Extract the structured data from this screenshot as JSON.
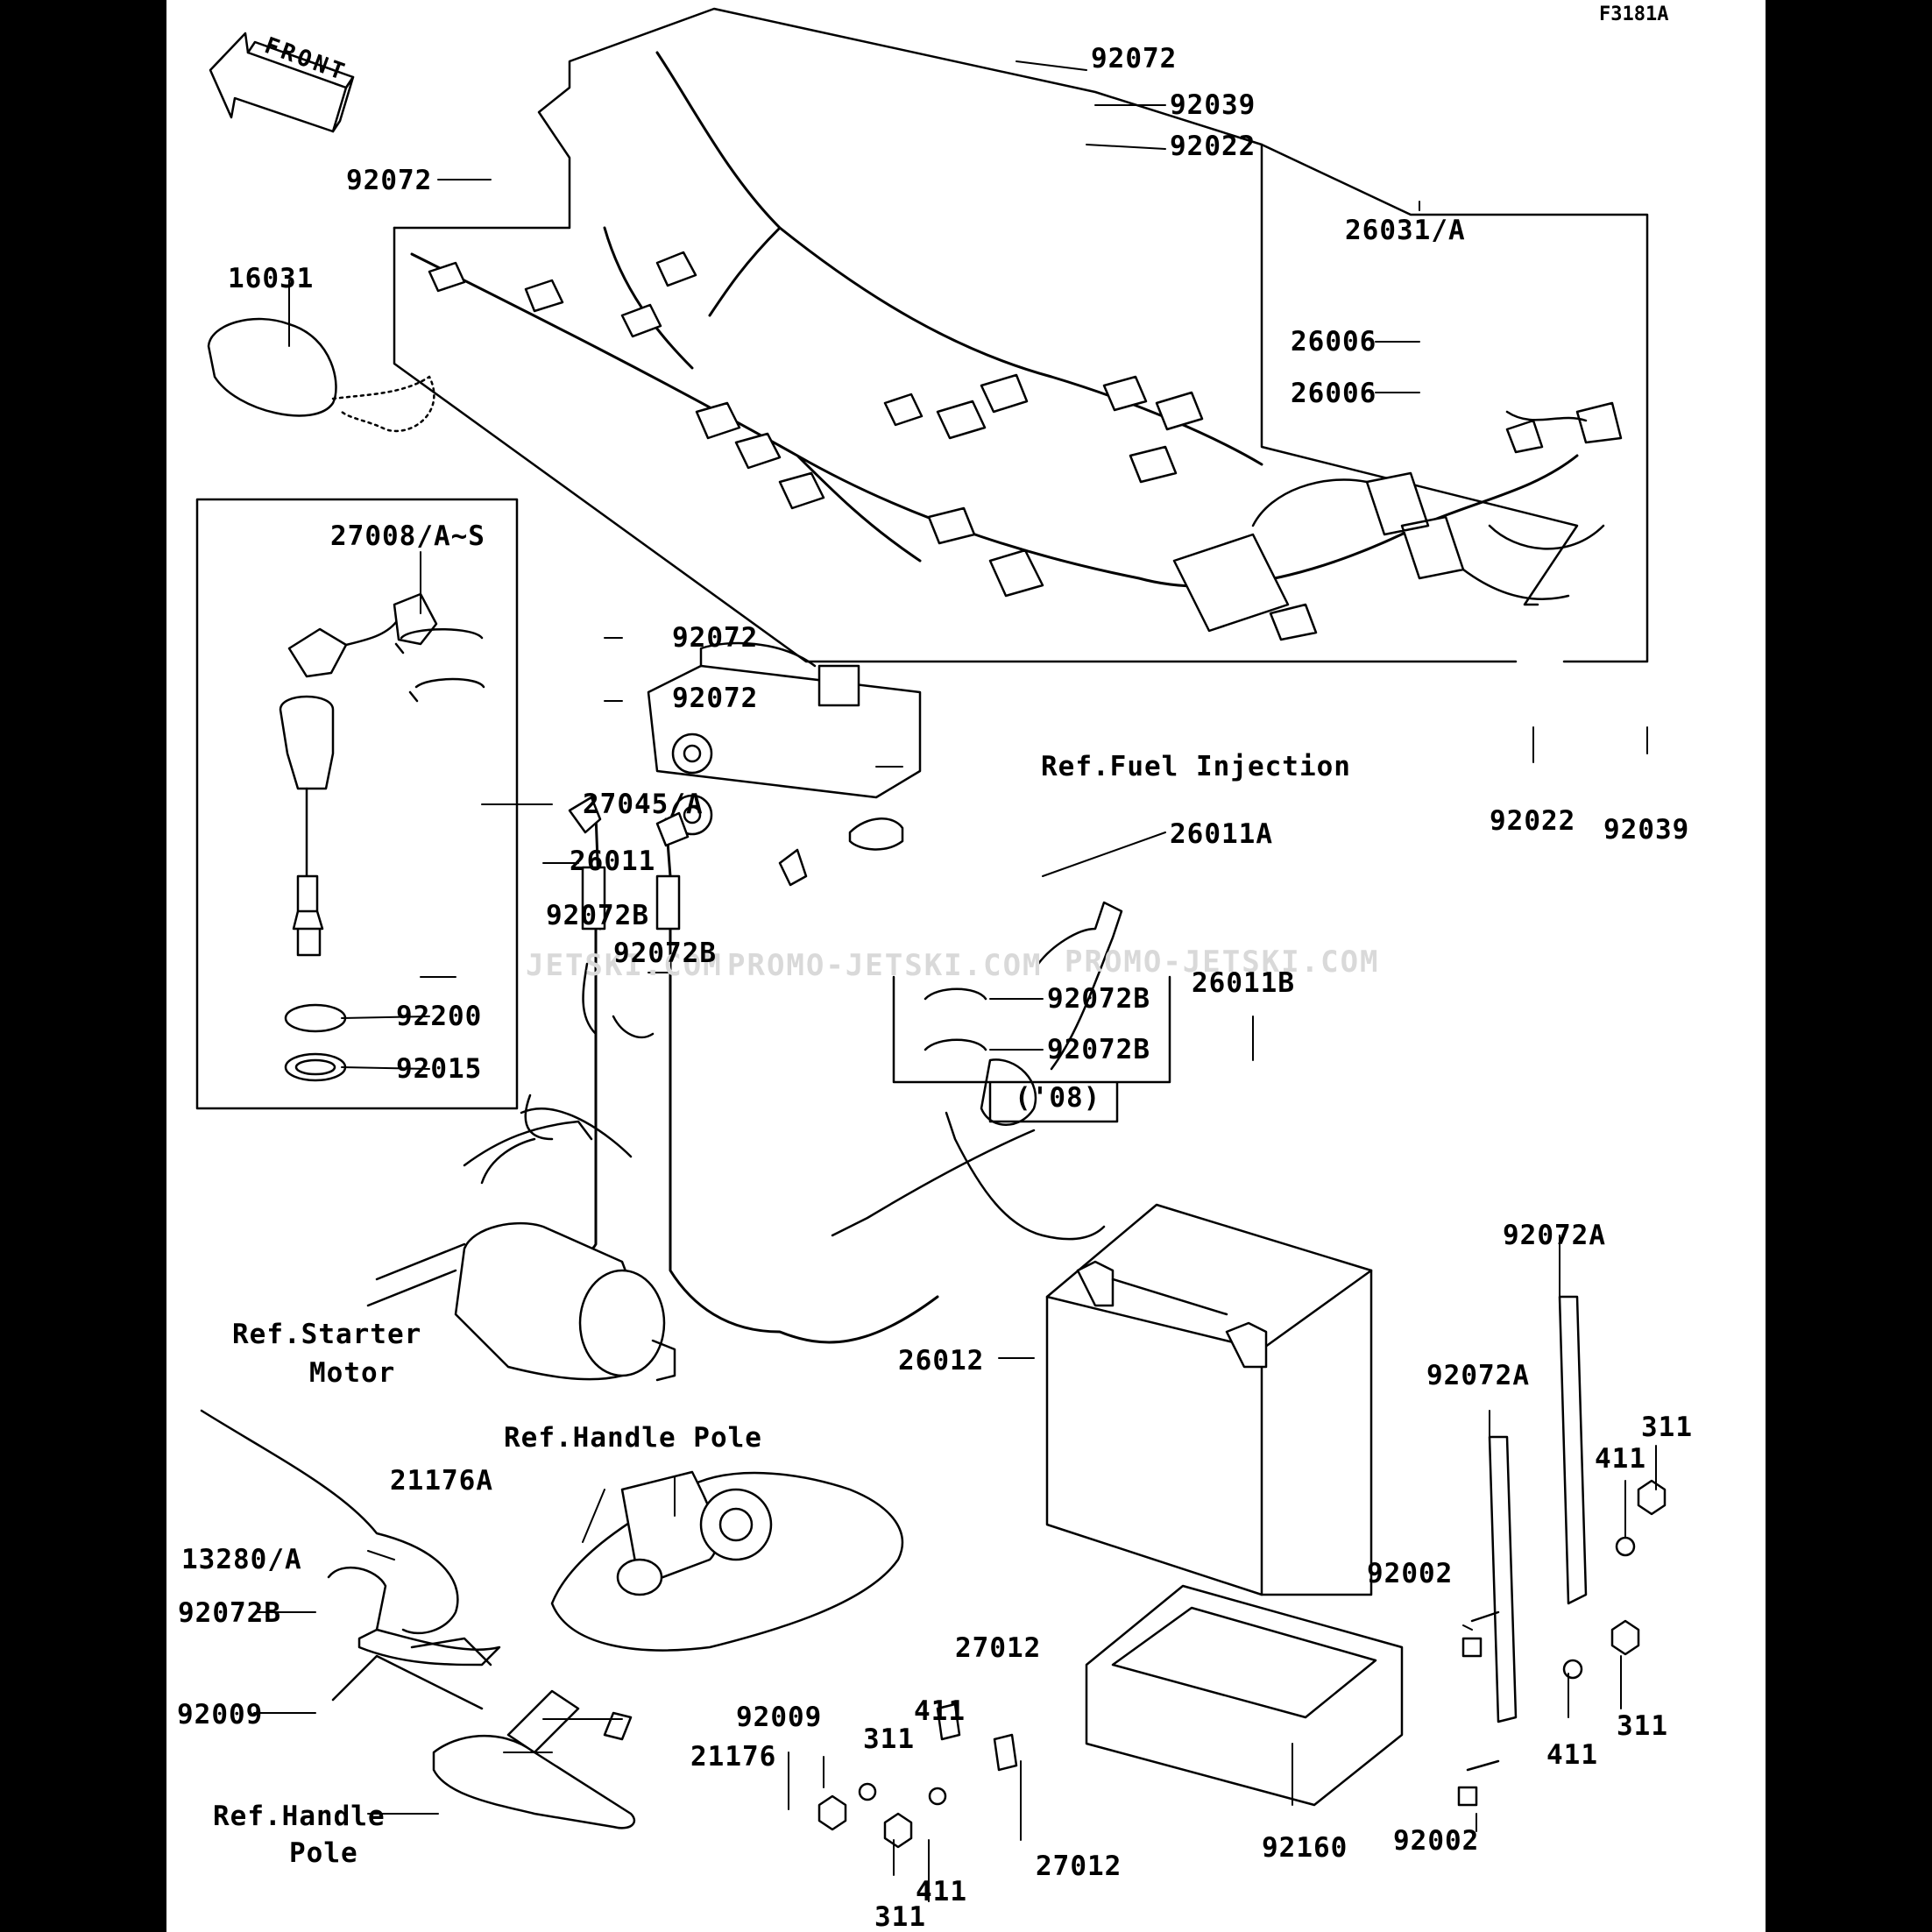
{
  "figure_code": "F3181A",
  "front_label": "FRONT",
  "watermarks": [
    "JETSKI.COM",
    "PROMO-JETSKI.COM",
    "PROMO-JETSKI.COM"
  ],
  "labels": [
    {
      "id": "92072-top",
      "text": "92072"
    },
    {
      "id": "92039-top",
      "text": "92039"
    },
    {
      "id": "92022-top",
      "text": "92022"
    },
    {
      "id": "92072-left",
      "text": "92072"
    },
    {
      "id": "26031",
      "text": "26031/A"
    },
    {
      "id": "16031",
      "text": "16031"
    },
    {
      "id": "26006-a",
      "text": "26006"
    },
    {
      "id": "26006-b",
      "text": "26006"
    },
    {
      "id": "27008",
      "text": "27008/A~S"
    },
    {
      "id": "92072-m1",
      "text": "92072"
    },
    {
      "id": "92072-m2",
      "text": "92072"
    },
    {
      "id": "ref-fuel",
      "text": "Ref.Fuel Injection"
    },
    {
      "id": "92022-r",
      "text": "92022"
    },
    {
      "id": "92039-r",
      "text": "92039"
    },
    {
      "id": "27045",
      "text": "27045/A"
    },
    {
      "id": "26011",
      "text": "26011"
    },
    {
      "id": "26011A",
      "text": "26011A"
    },
    {
      "id": "92072B-a",
      "text": "92072B"
    },
    {
      "id": "92072B-b",
      "text": "92072B"
    },
    {
      "id": "26011B",
      "text": "26011B"
    },
    {
      "id": "92072B-c",
      "text": "92072B"
    },
    {
      "id": "92072B-d",
      "text": "92072B"
    },
    {
      "id": "92200",
      "text": "92200"
    },
    {
      "id": "92015",
      "text": "92015"
    },
    {
      "id": "y08",
      "text": "('08)"
    },
    {
      "id": "92072A-top",
      "text": "92072A"
    },
    {
      "id": "ref-starter-1",
      "text": "Ref.Starter"
    },
    {
      "id": "ref-starter-2",
      "text": "Motor"
    },
    {
      "id": "26012",
      "text": "26012"
    },
    {
      "id": "92072A-mid",
      "text": "92072A"
    },
    {
      "id": "ref-handle-top",
      "text": "Ref.Handle Pole"
    },
    {
      "id": "311-r1",
      "text": "311"
    },
    {
      "id": "411-r1",
      "text": "411"
    },
    {
      "id": "21176A",
      "text": "21176A"
    },
    {
      "id": "92002-a",
      "text": "92002"
    },
    {
      "id": "13280",
      "text": "13280/A"
    },
    {
      "id": "92072B-e",
      "text": "92072B"
    },
    {
      "id": "27012-a",
      "text": "27012"
    },
    {
      "id": "92009-l",
      "text": "92009"
    },
    {
      "id": "92009-r",
      "text": "92009"
    },
    {
      "id": "411-l1",
      "text": "411"
    },
    {
      "id": "311-l1",
      "text": "311"
    },
    {
      "id": "21176",
      "text": "21176"
    },
    {
      "id": "311-r2",
      "text": "311"
    },
    {
      "id": "411-r2",
      "text": "411"
    },
    {
      "id": "ref-handle-b1",
      "text": "Ref.Handle"
    },
    {
      "id": "ref-handle-b2",
      "text": "Pole"
    },
    {
      "id": "27012-b",
      "text": "27012"
    },
    {
      "id": "92160",
      "text": "92160"
    },
    {
      "id": "92002-b",
      "text": "92002"
    },
    {
      "id": "411-b",
      "text": "411"
    },
    {
      "id": "311-b",
      "text": "311"
    }
  ]
}
